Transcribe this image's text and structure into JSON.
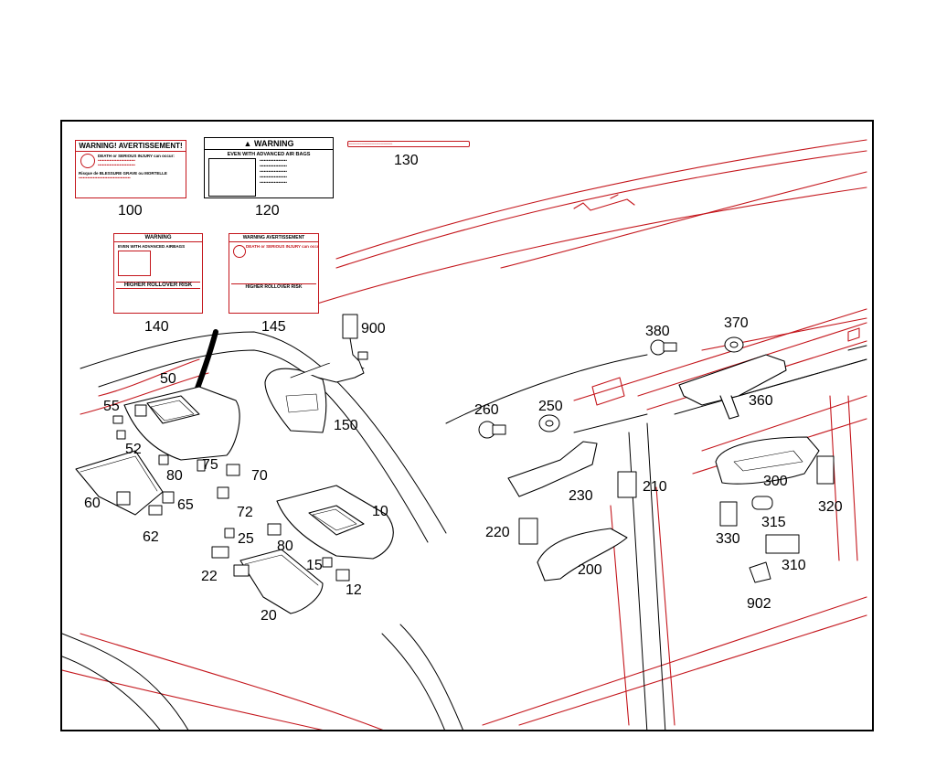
{
  "diagram": {
    "labels": {
      "l100": {
        "header": "WARNING! AVERTISSEMENT!",
        "line1": "DEATH or SERIOUS INJURY can occur:",
        "line2": "Risque de BLESSURE GRAVE ou MORTELLE"
      },
      "l120": {
        "header": "WARNING",
        "line1": "EVEN WITH ADVANCED AIR BAGS"
      },
      "l140": {
        "header": "WARNING",
        "line1": "EVEN WITH ADVANCED AIRBAGS",
        "line2": "HIGHER ROLLOVER RISK"
      },
      "l145": {
        "header": "WARNING AVERTISSEMENT",
        "line1": "DEATH or SERIOUS INJURY can occur",
        "line2": "HIGHER ROLLOVER RISK"
      }
    },
    "callouts": {
      "p100": "100",
      "p120": "120",
      "p130": "130",
      "p140": "140",
      "p145": "145",
      "p900": "900",
      "p150": "150",
      "p50": "50",
      "p55": "55",
      "p52": "52",
      "p75": "75",
      "p80a": "80",
      "p70": "70",
      "p60": "60",
      "p65": "65",
      "p62": "62",
      "p72": "72",
      "p25": "25",
      "p80b": "80",
      "p22": "22",
      "p20": "20",
      "p15": "15",
      "p12": "12",
      "p10": "10",
      "p260": "260",
      "p250": "250",
      "p230": "230",
      "p210": "210",
      "p220": "220",
      "p200": "200",
      "p380": "380",
      "p370": "370",
      "p360": "360",
      "p300": "300",
      "p320": "320",
      "p330": "330",
      "p315": "315",
      "p310": "310",
      "p902": "902"
    },
    "colors": {
      "accent": "#c4161c",
      "ink": "#000000"
    }
  }
}
